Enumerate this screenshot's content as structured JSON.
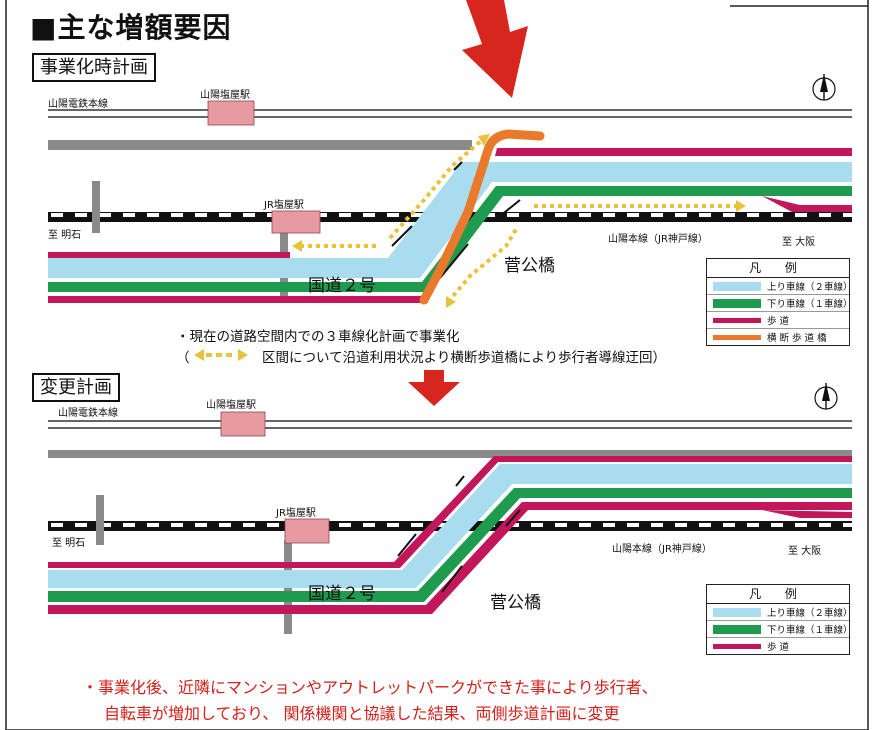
{
  "title": "■主な増額要因",
  "colors": {
    "lane_up": "#a8dcee",
    "lane_down": "#1e9b4f",
    "sidewalk": "#c2185b",
    "pedestrian_bridge": "#e9792b",
    "detour_arrow": "#e8c23a",
    "big_arrow": "#d7261e",
    "station_box": "#e79aa0",
    "gray_line": "#8a8a8a"
  },
  "sections": [
    {
      "label": "事業化時計画",
      "sanyo_line": "山陽電鉄本線",
      "sanyo_station": "山陽塩屋駅",
      "jr_station": "JR塩屋駅",
      "to_akashi": "至 明石",
      "to_osaka": "至 大阪",
      "jr_line": "山陽本線（JR神戸線）",
      "road": "国道２号",
      "bridge": "菅公橋",
      "legend": {
        "header": "凡 例",
        "items": [
          "上り車線（２車線）",
          "下り車線（１車線）",
          "歩 道",
          "横 断 歩 道 橋"
        ]
      },
      "notes": [
        "・現在の道路空間内での３車線化計画で事業化",
        "区間について沿道利用状況より横断歩道橋により歩行者導線迂回）"
      ],
      "note_open_paren": "（",
      "compass": "N"
    },
    {
      "label": "変更計画",
      "sanyo_line": "山陽電鉄本線",
      "sanyo_station": "山陽塩屋駅",
      "jr_station": "JR塩屋駅",
      "to_akashi": "至 明石",
      "to_osaka": "至 大阪",
      "jr_line": "山陽本線（JR神戸線）",
      "road": "国道２号",
      "bridge": "菅公橋",
      "legend": {
        "header": "凡 例",
        "items": [
          "上り車線（２車線）",
          "下り車線（１車線）",
          "歩 道"
        ]
      },
      "compass": "N"
    }
  ],
  "footer": [
    "・事業化後、近隣にマンションやアウトレットパークができた事により歩行者、",
    "自転車が増加しており、 関係機関と協議した結果、両側歩道計画に変更"
  ]
}
